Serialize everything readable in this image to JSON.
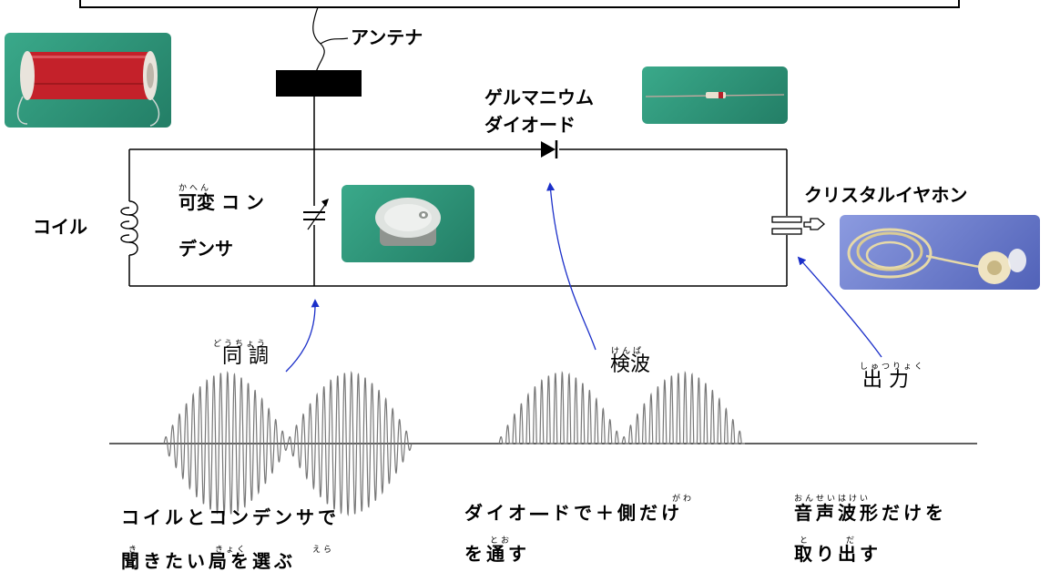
{
  "labels": {
    "antenna": "アンテナ",
    "diode_1": "ゲルマニウム",
    "diode_2": "ダイオード",
    "coil": "コイル",
    "capacitor_1": "可変 コ ン",
    "capacitor_ruby": "かへん",
    "capacitor_2": "デンサ",
    "earphone": "クリスタルイヤホン"
  },
  "process": {
    "tuning": {
      "ruby": "どうちょう",
      "label": "同 調"
    },
    "detection": {
      "ruby": "けんぱ",
      "label": "検波"
    },
    "output": {
      "ruby": "しゅつりょく",
      "label": "出 力"
    }
  },
  "captions": {
    "col1_line1": "コイルとコンデンサで",
    "col1_line2": "聞きたい局を選ぶ",
    "col1_ruby_ki": "き",
    "col1_ruby_kyoku": "きょく",
    "col1_ruby_era": "えら",
    "col2_line1": "ダイオ―ドで＋側だけ",
    "col2_line2": "を通す",
    "col2_ruby_gawa": "がわ",
    "col2_ruby_too": "とお",
    "col3_line1": "音声波形だけを",
    "col3_line2": "取り出す",
    "col3_ruby_onsei": "おんせいはけい",
    "col3_ruby_to": "と",
    "col3_ruby_da": "だ"
  },
  "icons": [
    "coil-photo",
    "diode-photo",
    "variable-capacitor-photo",
    "crystal-earphone-photo",
    "coil-symbol-icon",
    "diode-symbol-icon",
    "variable-capacitor-symbol-icon",
    "earphone-symbol-icon"
  ],
  "colors": {
    "photo_bg": "#2e9b7c",
    "earphone_bg": "#6c7fc9",
    "arrow": "#1b2fc9",
    "wire": "#000000"
  }
}
